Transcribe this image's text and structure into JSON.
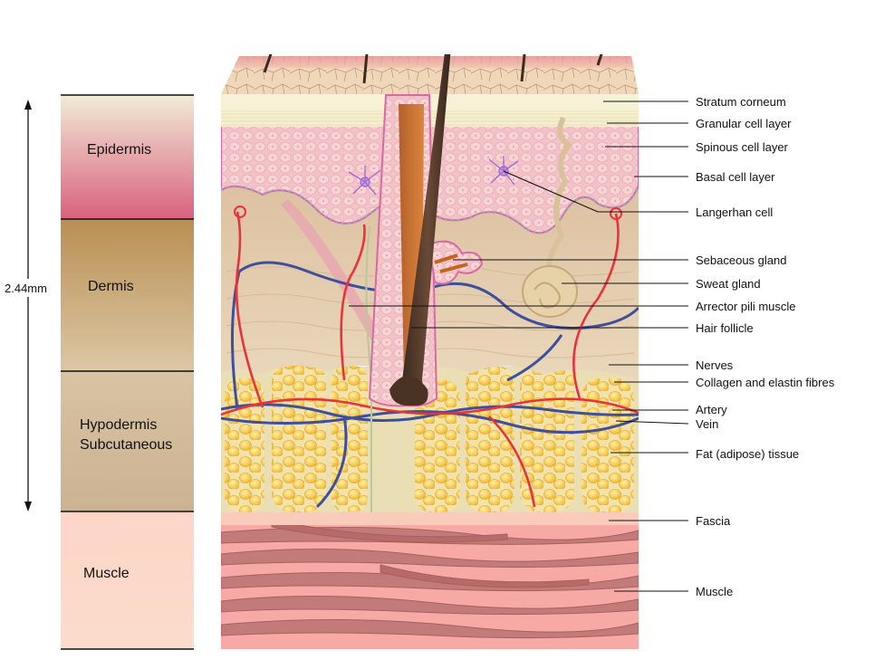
{
  "scale": {
    "label": "2.44mm"
  },
  "layers": [
    {
      "name": "Epidermis"
    },
    {
      "name": "Dermis"
    },
    {
      "name": "Hypodermis",
      "name2": "Subcutaneous"
    },
    {
      "name": "Muscle"
    }
  ],
  "callouts": [
    "Stratum corneum",
    "Granular cell layer",
    "Spinous cell layer",
    "Basal cell layer",
    "Langerhan cell",
    "Sebaceous gland",
    "Sweat gland",
    "Arrector pili muscle",
    "Hair follicle",
    "Nerves",
    "Collagen and elastin fibres",
    "Artery",
    "Vein",
    "Fat (adipose) tissue",
    "Fascia",
    "Muscle"
  ],
  "colors": {
    "artery": "#e8333a",
    "vein": "#3e4f9e",
    "dermis": "#e3cdb0",
    "muscle_bg": "#f7a9a6",
    "muscle_fibre": "#b86a68",
    "fat": "#f5c43a"
  }
}
